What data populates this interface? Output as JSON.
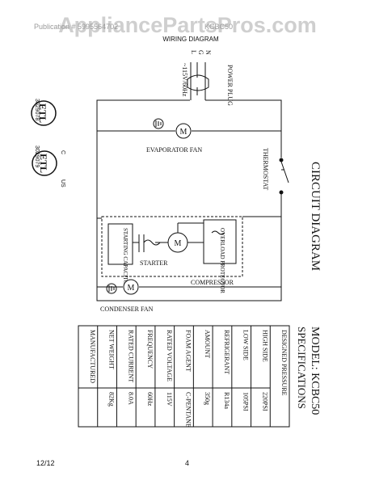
{
  "watermark": "AppliancePartsPros.com",
  "header": {
    "left_text": "Publication # 5995564702",
    "right_text": "KCBC50",
    "title": "WIRING DIAGRAM"
  },
  "footer": {
    "date": "12/12",
    "page_number": "4"
  },
  "diagram": {
    "title": "CIRCUIT   DIAGRAM",
    "power_plug_label": "POWER PLUG",
    "terminal_l": "L",
    "terminal_g": "G",
    "terminal_n": "N",
    "voltage_label": "~115V/60Hz",
    "evaporator_fan_label": "EVAPORATOR FAN",
    "thermostat_label": "THERMOSTAT",
    "overload_protector_label": "OVERLOAD PROTECTOR",
    "starting_capacitor_label": "STARTING CAPACITOR",
    "starter_label": "STARTER",
    "compressor_label": "COMPRESSOR",
    "condenser_fan_label": "CONDENSER FAN",
    "motor_symbol": "M",
    "etl_mark": "ETL",
    "etl_number_1": "3029078",
    "etl_number_2": "3029079",
    "c_label": "C",
    "us_label": "US"
  },
  "specs": {
    "model_label": "MODEL: KCBC50",
    "section_title": "SPECIFICATIONS",
    "rows": [
      {
        "label": "DESIGNED PRESSURE",
        "value": ""
      },
      {
        "label": "HIGH SIDE",
        "value": "220PSI"
      },
      {
        "label": "LOW SIDE",
        "value": "105PSI"
      },
      {
        "label": "REFRIGERANT",
        "value": "R134a"
      },
      {
        "label": "AMOUNT",
        "value": "350g"
      },
      {
        "label": "FOAM AGENT",
        "value": "C-PENTANE"
      },
      {
        "label": "RATED VOLTAGE",
        "value": "115V"
      },
      {
        "label": "FREQUENCY",
        "value": "60Hz"
      },
      {
        "label": "RATED CURRENT",
        "value": "8.0A"
      },
      {
        "label": "NET WEIGHT",
        "value": "82Kg"
      },
      {
        "label": "MANUFACTURED",
        "value": ""
      }
    ]
  }
}
